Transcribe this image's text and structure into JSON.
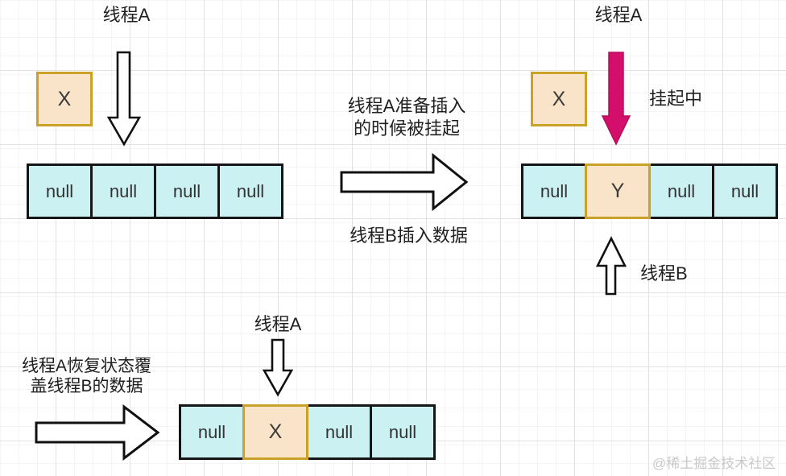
{
  "colors": {
    "cell_empty_fill": "#CBF1F3",
    "cell_filled_fill": "#FAE4C9",
    "filled_border_gold": "#C9A227",
    "cell_border": "#161616",
    "suspend_arrow_magenta": "#D30F6B",
    "watermark_gray": "#C9C9C9"
  },
  "watermark": "@稀土掘金技术社区",
  "scene_initial": {
    "thread_a_label": "线程A",
    "pending_value": "X",
    "bucket_cells": [
      {
        "text": "null"
      },
      {
        "text": "null"
      },
      {
        "text": "null"
      },
      {
        "text": "null"
      }
    ]
  },
  "transition": {
    "caption_line1": "线程A准备插入",
    "caption_line2": "的时候被挂起",
    "caption_bottom": "线程B插入数据"
  },
  "scene_suspended": {
    "thread_a_label": "线程A",
    "suspended_label": "挂起中",
    "pending_value": "X",
    "thread_b_label": "线程B",
    "highlighted_index": 1,
    "bucket_cells": [
      {
        "text": "null"
      },
      {
        "text": "Y"
      },
      {
        "text": "null"
      },
      {
        "text": "null"
      }
    ]
  },
  "scene_overwrite": {
    "caption_line1": "线程A恢复状态覆",
    "caption_line2": "盖线程B的数据",
    "thread_a_label": "线程A",
    "highlighted_index": 1,
    "bucket_cells": [
      {
        "text": "null"
      },
      {
        "text": "X"
      },
      {
        "text": "null"
      },
      {
        "text": "null"
      }
    ]
  }
}
